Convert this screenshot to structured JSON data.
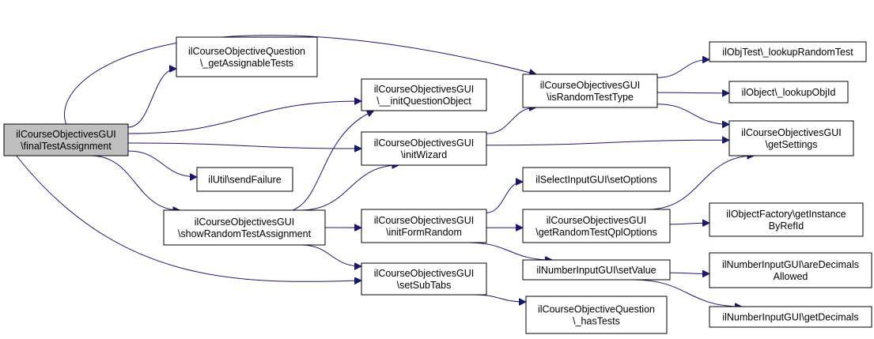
{
  "diagram": {
    "type": "call-graph",
    "colors": {
      "edge": "#191970",
      "root_fill": "#bfbfbf",
      "node_fill": "#ffffff",
      "node_border": "#000000"
    },
    "nodes": [
      {
        "id": "root",
        "lines": [
          "ilCourseObjectivesGUI",
          "\\finalTestAssignment"
        ]
      },
      {
        "id": "getAssignableTests",
        "lines": [
          "ilCourseObjectiveQuestion",
          "\\_getAssignableTests"
        ]
      },
      {
        "id": "sendFailure",
        "lines": [
          "ilUtil\\sendFailure"
        ]
      },
      {
        "id": "showRandom",
        "lines": [
          "ilCourseObjectivesGUI",
          "\\showRandomTestAssignment"
        ]
      },
      {
        "id": "initQuestion",
        "lines": [
          "ilCourseObjectivesGUI",
          "\\__initQuestionObject"
        ]
      },
      {
        "id": "initWizard",
        "lines": [
          "ilCourseObjectivesGUI",
          "\\initWizard"
        ]
      },
      {
        "id": "initFormRandom",
        "lines": [
          "ilCourseObjectivesGUI",
          "\\initFormRandom"
        ]
      },
      {
        "id": "setSubTabs",
        "lines": [
          "ilCourseObjectivesGUI",
          "\\setSubTabs"
        ]
      },
      {
        "id": "isRandom",
        "lines": [
          "ilCourseObjectivesGUI",
          "\\isRandomTestType"
        ]
      },
      {
        "id": "setOptions",
        "lines": [
          "ilSelectInputGUI\\setOptions"
        ]
      },
      {
        "id": "getRandomQpl",
        "lines": [
          "ilCourseObjectivesGUI",
          "\\getRandomTestQplOptions"
        ]
      },
      {
        "id": "setValue",
        "lines": [
          "ilNumberInputGUI\\setValue"
        ]
      },
      {
        "id": "hasTests",
        "lines": [
          "ilCourseObjectiveQuestion",
          "\\_hasTests"
        ]
      },
      {
        "id": "lookupRandom",
        "lines": [
          "ilObjTest\\_lookupRandomTest"
        ]
      },
      {
        "id": "lookupObjId",
        "lines": [
          "ilObject\\_lookupObjId"
        ]
      },
      {
        "id": "getSettings",
        "lines": [
          "ilCourseObjectivesGUI",
          "\\getSettings"
        ]
      },
      {
        "id": "getInstance",
        "lines": [
          "ilObjectFactory\\getInstance",
          "ByRefId"
        ]
      },
      {
        "id": "areDecimals",
        "lines": [
          "ilNumberInputGUI\\areDecimals",
          "Allowed"
        ]
      },
      {
        "id": "getDecimals",
        "lines": [
          "ilNumberInputGUI\\getDecimals"
        ]
      }
    ],
    "edges": [
      {
        "from": "root",
        "to": "isRandom"
      },
      {
        "from": "root",
        "to": "getAssignableTests"
      },
      {
        "from": "root",
        "to": "initQuestion"
      },
      {
        "from": "root",
        "to": "initWizard"
      },
      {
        "from": "root",
        "to": "sendFailure"
      },
      {
        "from": "root",
        "to": "showRandom"
      },
      {
        "from": "root",
        "to": "setSubTabs"
      },
      {
        "from": "showRandom",
        "to": "initQuestion"
      },
      {
        "from": "showRandom",
        "to": "initWizard"
      },
      {
        "from": "showRandom",
        "to": "initFormRandom"
      },
      {
        "from": "showRandom",
        "to": "setSubTabs"
      },
      {
        "from": "initWizard",
        "to": "isRandom"
      },
      {
        "from": "initWizard",
        "to": "getSettings"
      },
      {
        "from": "initFormRandom",
        "to": "setOptions"
      },
      {
        "from": "initFormRandom",
        "to": "getRandomQpl"
      },
      {
        "from": "initFormRandom",
        "to": "setValue"
      },
      {
        "from": "setSubTabs",
        "to": "hasTests"
      },
      {
        "from": "isRandom",
        "to": "lookupRandom"
      },
      {
        "from": "isRandom",
        "to": "lookupObjId"
      },
      {
        "from": "isRandom",
        "to": "getSettings"
      },
      {
        "from": "getRandomQpl",
        "to": "getSettings"
      },
      {
        "from": "getRandomQpl",
        "to": "getInstance"
      },
      {
        "from": "setValue",
        "to": "areDecimals"
      },
      {
        "from": "setValue",
        "to": "getDecimals"
      }
    ]
  }
}
